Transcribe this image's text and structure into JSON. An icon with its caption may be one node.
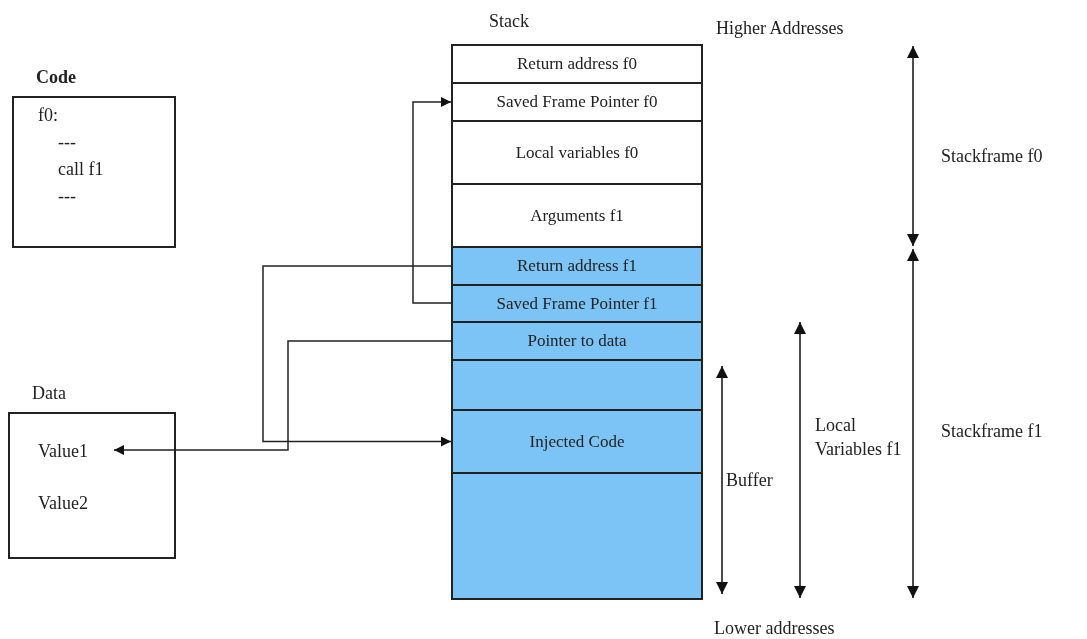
{
  "diagram": {
    "nodes": [
      {
        "text": [
          "Code",
          "f0:",
          "---",
          "call f1",
          "---"
        ]
      },
      {
        "text": [
          "Data",
          "Value2"
        ]
      },
      {
        "text": [
          "Value1"
        ],
        "in": 1
      },
      {
        "text": [
          "Stack"
        ]
      },
      {
        "text": [
          "Return address f0"
        ],
        "in": 3
      },
      {
        "text": [
          "Saved Frame Pointer f0"
        ],
        "in": 3
      },
      {
        "text": [
          "Local variables f0"
        ],
        "in": 3
      },
      {
        "text": [
          "Arguments f1"
        ],
        "in": 3
      },
      {
        "text": [
          "Return address f1"
        ],
        "in": 3
      },
      {
        "text": [
          "Saved Frame Pointer f1"
        ],
        "in": 3
      },
      {
        "text": [
          "Pointer to data"
        ],
        "in": 3
      },
      {
        "text": [],
        "shape": "box",
        "in": 3
      },
      {
        "text": [
          "Injected Code"
        ],
        "in": 3
      },
      {
        "text": [],
        "shape": "box",
        "in": 3
      }
    ],
    "edges": [
      {
        "from": 9,
        "to": 5,
        "arrow": "to"
      },
      {
        "from": 8,
        "to": 12,
        "arrow": "to"
      },
      {
        "from": 10,
        "to": 2,
        "arrow": "to"
      }
    ],
    "labels": [
      "Higher Addresses",
      "Stackframe f0",
      "Buffer",
      "Local Variables f1",
      "Stackframe f1",
      "Lower addresses"
    ]
  }
}
